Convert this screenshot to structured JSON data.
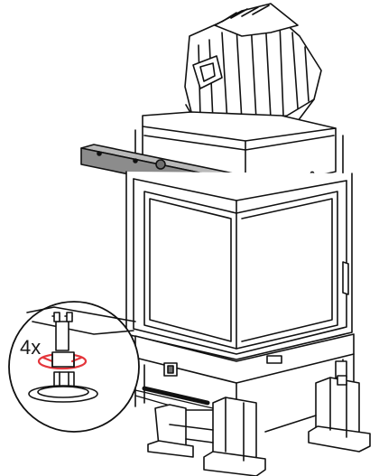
{
  "callout": {
    "label": "4x"
  },
  "colors": {
    "line": "#111111",
    "gray": "#8c8c8c",
    "dark_gray": "#6e6e6e",
    "light_gray": "#c8c8c8",
    "highlight": "#e4363c"
  },
  "icons": [
    "stove-body",
    "flue-collar",
    "lifting-bar",
    "levelling-foot",
    "detail-callout-circle"
  ]
}
